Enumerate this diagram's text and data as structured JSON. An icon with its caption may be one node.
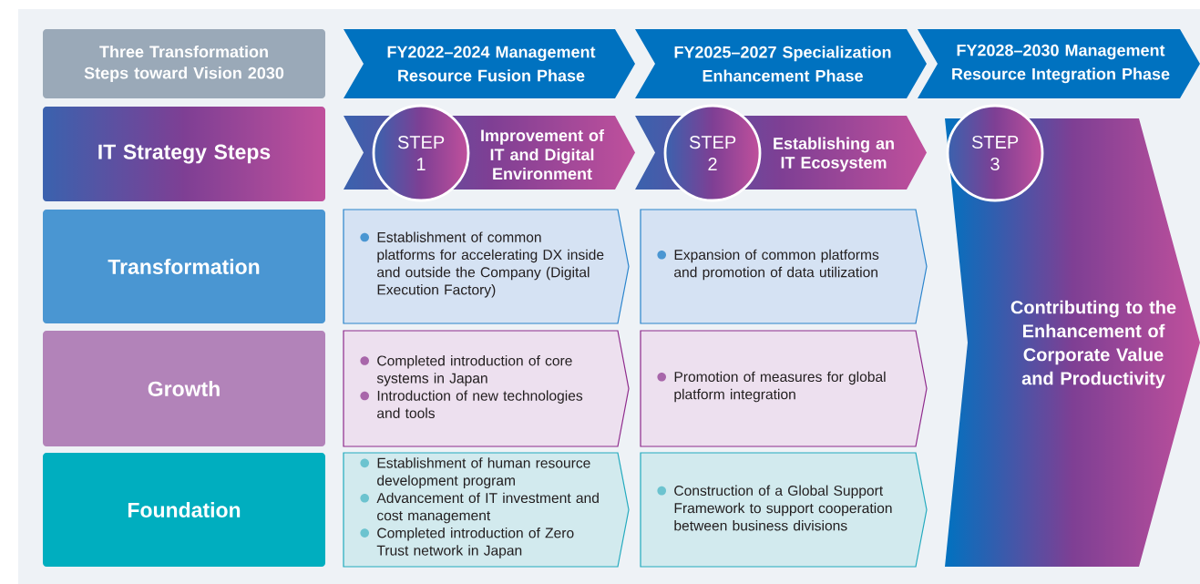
{
  "diagram": {
    "nodes": [
      {
        "text": [
          "Three Transformation Steps toward Vision 2030"
        ]
      },
      {
        "text": [
          "FY2022–2024 Management Resource Fusion Phase"
        ]
      },
      {
        "text": [
          "FY2025–2027 Specialization Enhancement Phase"
        ]
      },
      {
        "text": [
          "FY2028–2030 Management Resource Integration Phase"
        ]
      },
      {
        "text": [
          "IT Strategy Steps"
        ]
      },
      {
        "text": [
          "STEP 1"
        ]
      },
      {
        "text": [
          "Improvement of IT and Digital Environment"
        ]
      },
      {
        "text": [
          "STEP 2"
        ]
      },
      {
        "text": [
          "Establishing an IT Ecosystem"
        ]
      },
      {
        "text": [
          "STEP 3"
        ]
      },
      {
        "text": [
          "Contributing to the Enhancement of Corporate Value and Productivity"
        ]
      },
      {
        "text": [
          "Transformation"
        ]
      },
      {
        "text": [
          "Establishment of common platforms for accelerating DX inside and outside the Company (Digital Execution Factory)"
        ]
      },
      {
        "text": [
          "Expansion of common platforms and promotion of data utilization"
        ]
      },
      {
        "text": [
          "Growth"
        ]
      },
      {
        "text": [
          "Completed introduction of core systems in Japan",
          "Introduction of new technologies and tools"
        ]
      },
      {
        "text": [
          "Promotion of measures for global platform integration"
        ]
      },
      {
        "text": [
          "Foundation"
        ]
      },
      {
        "text": [
          "Establishment of human resource development program",
          "Advancement of IT investment and cost management",
          "Completed introduction of Zero Trust network in Japan"
        ]
      },
      {
        "text": [
          "Construction of a Global Support Framework to support cooperation between business divisions"
        ]
      }
    ]
  }
}
